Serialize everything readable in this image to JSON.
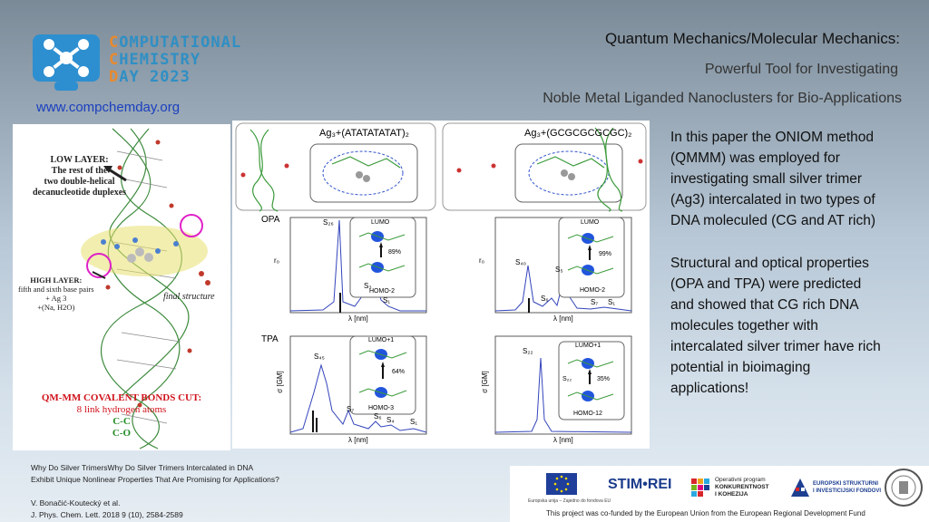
{
  "brand": {
    "line1_first": "C",
    "line1_rest": "OMPUTATIONAL",
    "line2_first": "C",
    "line2_rest": "HEMISTRY",
    "line3_first": "D",
    "line3_rest": "AY 2023",
    "website": "www.compchemday.org"
  },
  "header": {
    "title": "Quantum Mechanics/Molecular Mechanics:",
    "subtitle1": "Powerful Tool for Investigating",
    "subtitle2": "Noble Metal Liganded Nanoclusters for Bio-Applications"
  },
  "text": {
    "p1": "In this paper the ONIOM method (QMMM) was employed for investigating small silver trimer (Ag3) intercalated in two types of DNA moleculed (CG and AT rich)",
    "p2": "Structural and optical properties (OPA and TPA) were predicted and showed that CG rich DNA molecules together with intercalated silver trimer have rich potential in bioimaging applications!"
  },
  "left_figure": {
    "low_layer_title": "LOW LAYER:",
    "low_layer_desc1": "The rest of the",
    "low_layer_desc2": "two double-helical",
    "low_layer_desc3": "decanucleotide duplexes",
    "high_layer_title": "HIGH LAYER:",
    "high_layer_desc1": "fifth and sixth base pairs",
    "high_layer_desc2": "+ Ag 3",
    "high_layer_desc3": "+(Na, H2O)",
    "final": "final structure",
    "bonds_cut": "QM-MM  COVALENT BONDS CUT:",
    "link_atoms": "8 link hydrogen atoms",
    "cc": "C-C",
    "co": "C-O"
  },
  "right_figure": {
    "title_at": "Ag₃+(ATATATATAT)₂",
    "title_cg": "Ag₃+(GCGCGCGCGC)₂",
    "opa": "OPA",
    "tpa": "TPA",
    "opa_at": {
      "peak": "S₂₆",
      "s3": "S₃",
      "s1": "S₁",
      "lumo": "LUMO",
      "homo": "HOMO-2",
      "pct": "89%"
    },
    "opa_cg": {
      "peak": "S₄₀",
      "s5": "S₅",
      "s6": "S₆",
      "s7": "S₇",
      "s1": "S₁",
      "lumo": "LUMO",
      "homo": "HOMO-2",
      "pct": "99%"
    },
    "tpa_at": {
      "peak": "S₄₅",
      "s7": "S₇",
      "s6": "S₆",
      "s4": "S₄",
      "s1": "S₁",
      "lumo": "LUMO+1",
      "homo": "HOMO-3",
      "pct": "64%"
    },
    "tpa_cg": {
      "peak": "S₂₂",
      "s22": "S₂₂",
      "lumo": "LUMO+1",
      "homo": "HOMO-12",
      "pct": "35%"
    },
    "xlabel": "λ [nm]",
    "ylabel_opa": "r₀",
    "ylabel_tpa": "σ [GM]"
  },
  "refs": {
    "line1": "Why Do Silver TrimersWhy Do Silver Trimers Intercalated in DNA",
    "line2": "Exhibit Unique Nonlinear Properties That Are Promising for Applications?",
    "line3": "V. Bonačić-Koutecký et al.",
    "line4": "J. Phys. Chem. Lett. 2018 9 (10), 2584-2589"
  },
  "footer": {
    "eu": "Europska unija – Zajedno do fondova EU",
    "stim": "STIM•REI",
    "op1": "Operativni program",
    "op2": "KONKURENTNOST",
    "op3": "I KOHEZIJA",
    "esf1": "EUROPSKI STRUKTURNI",
    "esf2": "I INVESTICIJSKI FONDOVI",
    "funded": "This project was co-funded by the European Union from the European Regional Development Fund"
  }
}
